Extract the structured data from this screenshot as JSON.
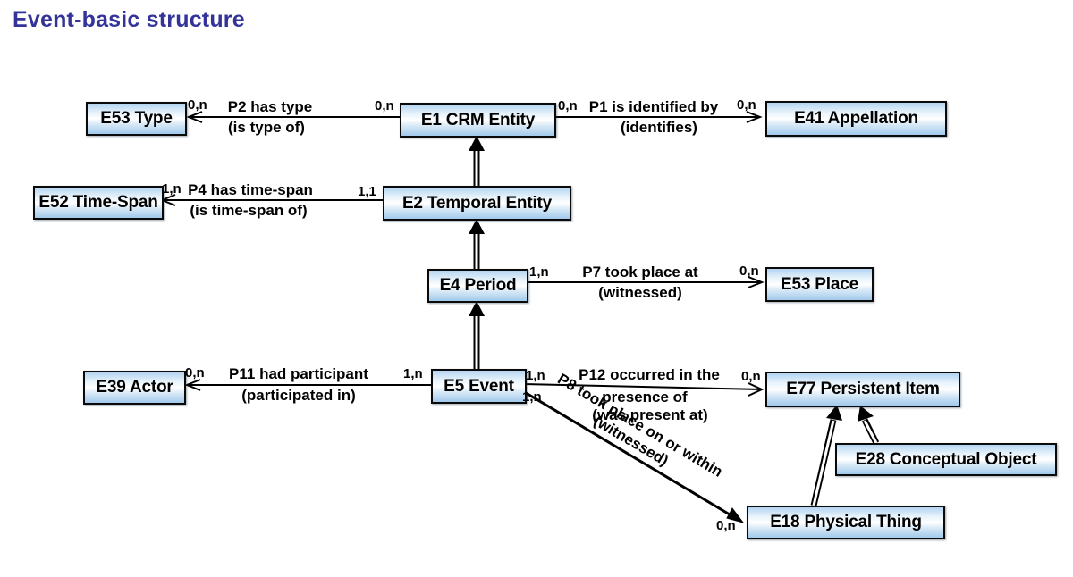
{
  "title": "Event-basic structure",
  "colors": {
    "title_text": "#333399",
    "box_border": "#0a0a0a",
    "box_gradient_top": "#b3d4f0",
    "box_gradient_bottom": "#a2c9eb",
    "arrow": "#000000"
  },
  "nodes": {
    "e53_type": "E53 Type",
    "e1_crm_entity": "E1 CRM Entity",
    "e41_appellation": "E41 Appellation",
    "e52_time_span": "E52 Time-Span",
    "e2_temporal_entity": "E2 Temporal Entity",
    "e4_period": "E4 Period",
    "e53_place": "E53 Place",
    "e39_actor": "E39 Actor",
    "e5_event": "E5 Event",
    "e77_persistent_item": "E77 Persistent Item",
    "e28_conceptual_object": "E28 Conceptual Object",
    "e18_physical_thing": "E18 Physical Thing"
  },
  "properties": {
    "p2": {
      "line1": "P2 has type",
      "line2": "(is type of)",
      "card_target": "0,n",
      "card_source": "0,n"
    },
    "p1": {
      "line1": "P1 is identified by",
      "line2": "(identifies)",
      "card_source": "0,n",
      "card_target": "0,n"
    },
    "p4": {
      "line1": "P4 has time-span",
      "line2": "(is time-span of)",
      "card_target": "1,n",
      "card_source": "1,1"
    },
    "p7": {
      "line1": "P7 took place at",
      "line2": "(witnessed)",
      "card_source": "1,n",
      "card_target": "0,n"
    },
    "p11": {
      "line1": "P11 had participant",
      "line2": "(participated in)",
      "card_target": "0,n",
      "card_source": "1,n"
    },
    "p12": {
      "line1": "P12 occurred in the",
      "line2": "presence of",
      "line3": "(was present at)",
      "card_source": "1,n",
      "card_target": "0,n"
    },
    "p8": {
      "line1": "P8 took place on or within",
      "line2": "(witnessed)",
      "card_source": "1,n",
      "card_target": "0,n"
    }
  }
}
